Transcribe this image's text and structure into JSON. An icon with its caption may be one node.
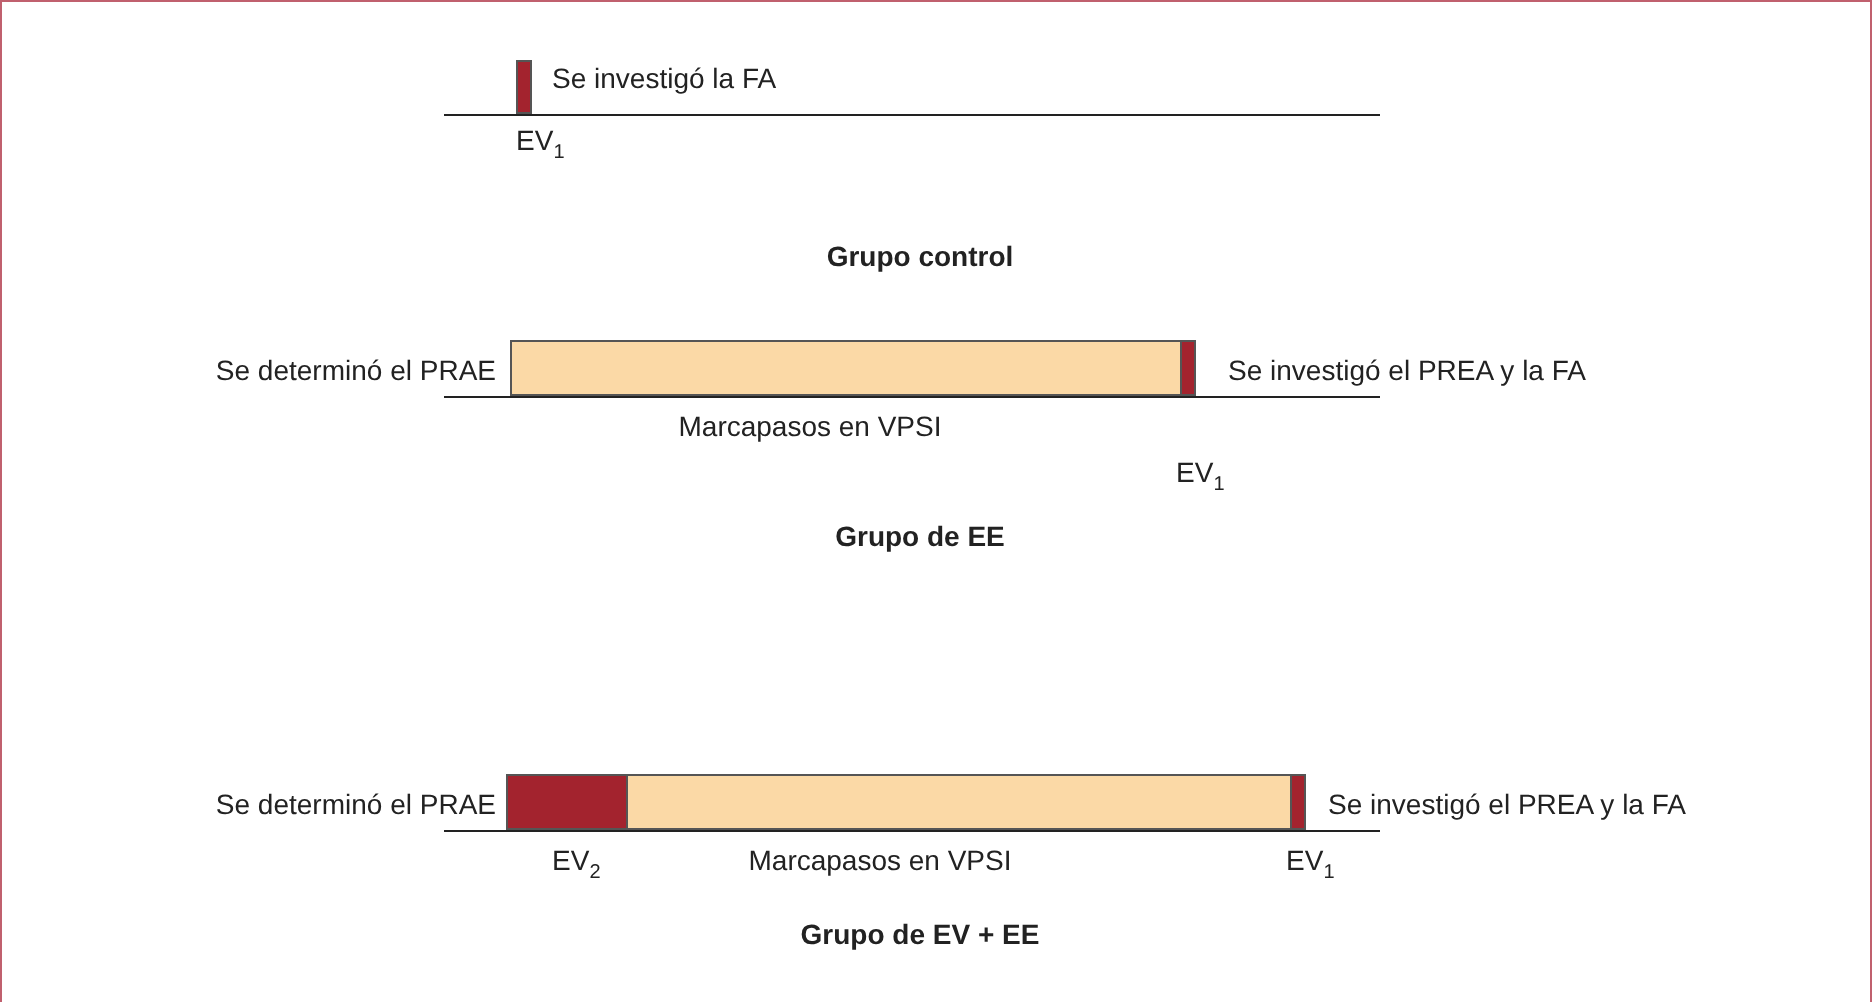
{
  "diagram": {
    "nodes": [
      {
        "text": [],
        "shape": "bar",
        "beside": [
          "EV$_{1}$",
          "Se investigó la FA"
        ]
      },
      {
        "text": [],
        "shape": "bar",
        "beside": [
          "Marcapasos en VPSI"
        ]
      },
      {
        "text": [],
        "shape": "bar",
        "beside": [
          "EV$_{1}$"
        ]
      },
      {
        "text": [],
        "shape": "bar",
        "beside": [
          "EV$_{2}$"
        ]
      },
      {
        "text": [],
        "shape": "bar",
        "beside": [
          "Marcapasos en VPSI"
        ]
      },
      {
        "text": [],
        "shape": "bar",
        "beside": [
          "EV$_{1}$"
        ]
      }
    ],
    "labels": [
      "Grupo control",
      "Se determinó el PRAE",
      "Se investigó el PREA y la FA",
      "Grupo de EE",
      "Se determinó el PRAE",
      "Se investigó el PREA y la FA",
      "Grupo de EV + EE"
    ]
  }
}
